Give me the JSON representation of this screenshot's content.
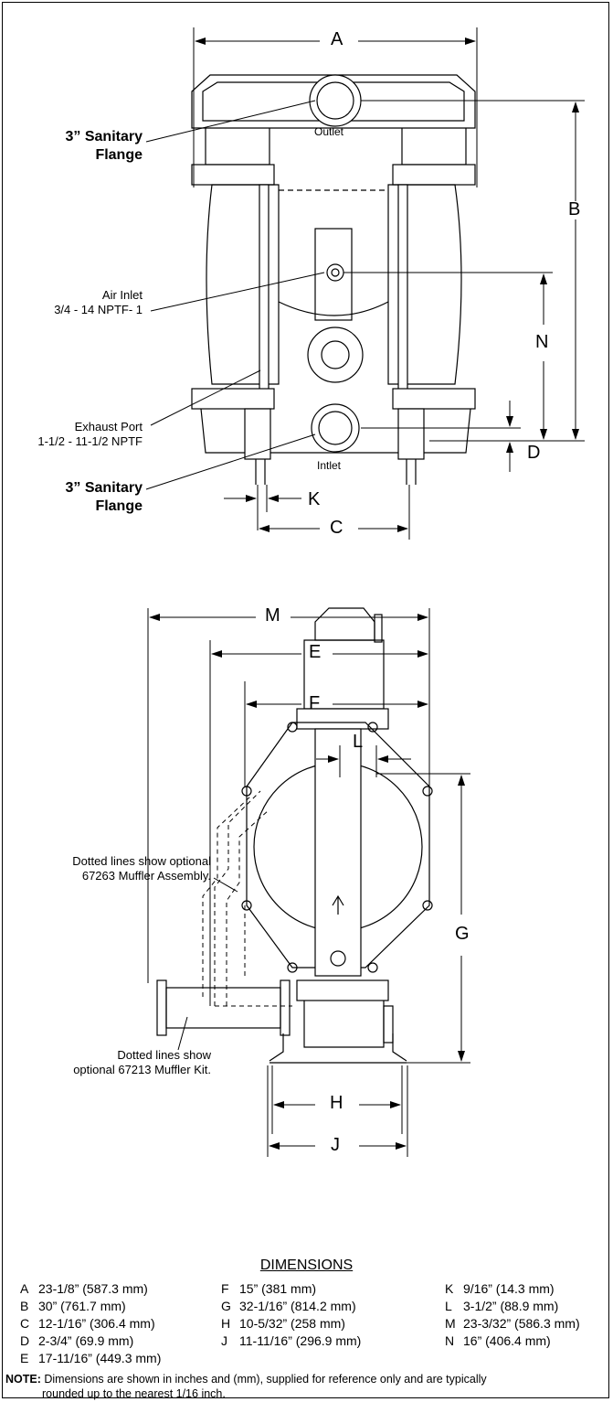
{
  "front_view": {
    "outlet_label": "Outlet",
    "inlet_label": "Intlet",
    "callouts": {
      "sanitary_top": [
        "3” Sanitary",
        "Flange"
      ],
      "air_inlet": [
        "Air Inlet",
        "3/4 - 14 NPTF- 1"
      ],
      "exhaust_port": [
        "Exhaust Port",
        "1-1/2 - 11-1/2 NPTF"
      ],
      "sanitary_bottom": [
        "3” Sanitary",
        "Flange"
      ]
    },
    "dimension_letters": {
      "A": "A",
      "B": "B",
      "N": "N",
      "D": "D",
      "K": "K",
      "C": "C"
    }
  },
  "side_view": {
    "callouts": {
      "muffler_assembly": [
        "Dotted lines show optional",
        "67263 Muffler Assembly."
      ],
      "muffler_kit": [
        "Dotted lines show",
        "optional 67213 Muffler Kit."
      ]
    },
    "dimension_letters": {
      "M": "M",
      "E": "E",
      "F": "F",
      "L": "L",
      "G": "G",
      "H": "H",
      "J": "J"
    }
  },
  "dimensions_title": "DIMENSIONS",
  "dimensions": {
    "col1": [
      {
        "k": "A",
        "v": "23-1/8” (587.3 mm)"
      },
      {
        "k": "B",
        "v": "30” (761.7 mm)"
      },
      {
        "k": "C",
        "v": "12-1/16” (306.4 mm)"
      },
      {
        "k": "D",
        "v": "2-3/4” (69.9 mm)"
      },
      {
        "k": "E",
        "v": "17-11/16” (449.3 mm)"
      }
    ],
    "col2": [
      {
        "k": "F",
        "v": "15” (381 mm)"
      },
      {
        "k": "G",
        "v": "32-1/16” (814.2 mm)"
      },
      {
        "k": "H",
        "v": "10-5/32” (258 mm)"
      },
      {
        "k": "J",
        "v": "11-11/16” (296.9 mm)"
      }
    ],
    "col3": [
      {
        "k": "K",
        "v": "9/16” (14.3 mm)"
      },
      {
        "k": "L",
        "v": "3-1/2” (88.9 mm)"
      },
      {
        "k": "M",
        "v": "23-3/32” (586.3 mm)"
      },
      {
        "k": "N",
        "v": "16” (406.4 mm)"
      }
    ]
  },
  "note": {
    "label": "NOTE:",
    "line1": "Dimensions are shown in inches and (mm), supplied for reference only and are typically",
    "line2": "rounded up to the nearest 1/16 inch."
  }
}
